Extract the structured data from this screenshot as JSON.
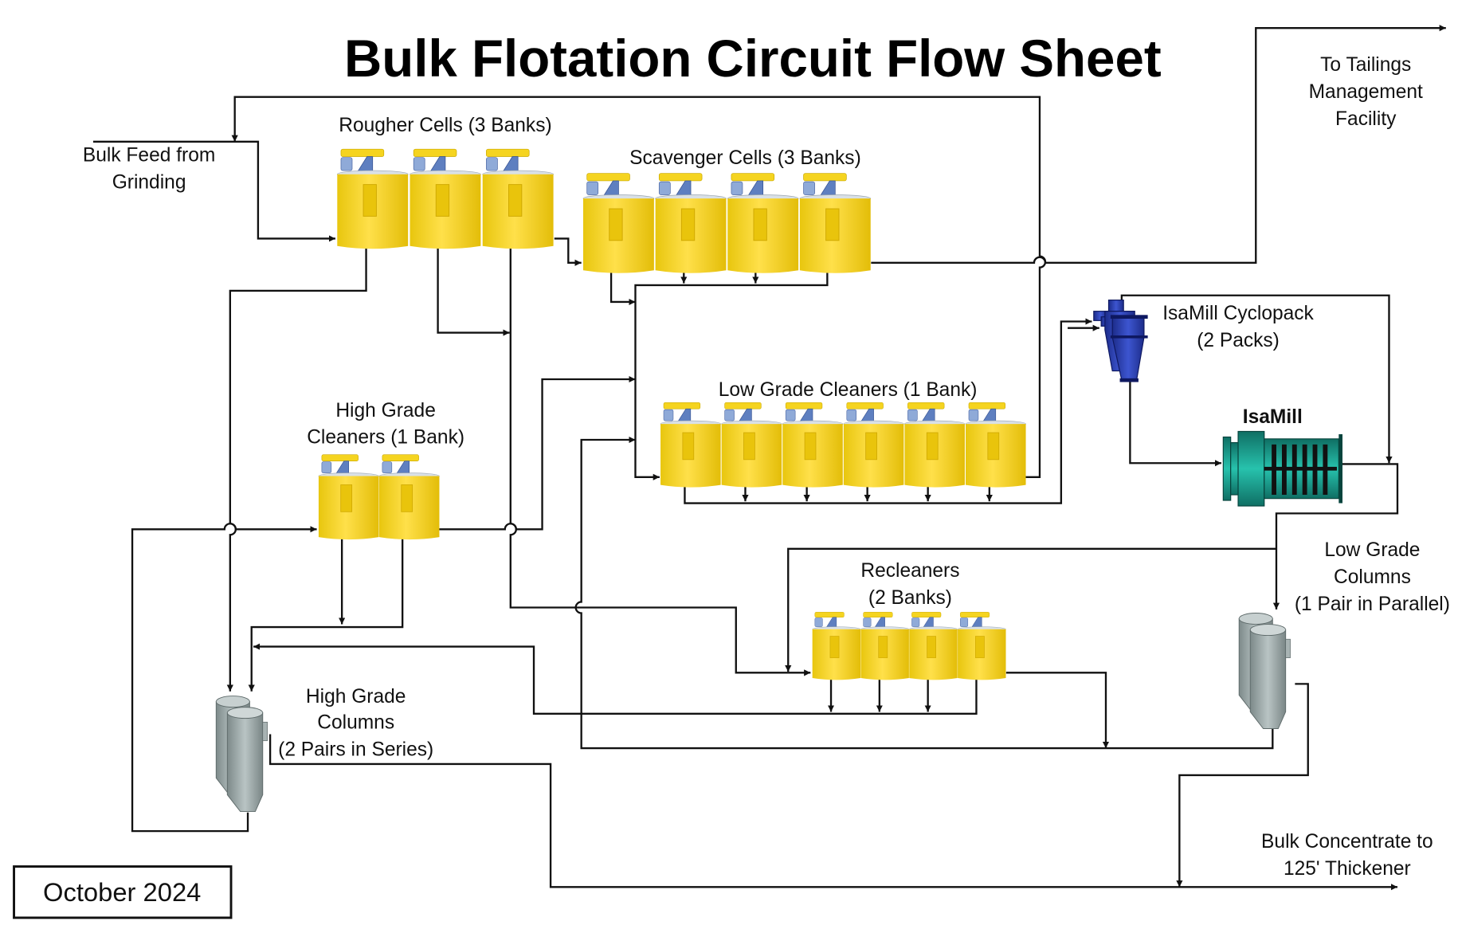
{
  "title": "Bulk Flotation Circuit Flow Sheet",
  "date_label": "October 2024",
  "labels": {
    "feed": [
      "Bulk Feed from",
      "Grinding"
    ],
    "rougher": "Rougher Cells (3 Banks)",
    "scavenger": "Scavenger Cells (3 Banks)",
    "tailings": [
      "To Tailings",
      "Management",
      "Facility"
    ],
    "cyclopack": [
      "IsaMill Cyclopack",
      "(2 Packs)"
    ],
    "isamill": "IsaMill",
    "hg_cleaners": [
      "High Grade",
      "Cleaners (1 Bank)"
    ],
    "lg_cleaners": "Low Grade Cleaners (1 Bank)",
    "recleaners": [
      "Recleaners",
      "(2 Banks)"
    ],
    "lg_columns": [
      "Low Grade",
      "Columns",
      "(1 Pair in Parallel)"
    ],
    "hg_columns": [
      "High Grade",
      "Columns",
      "(2 Pairs in Series)"
    ],
    "concentrate": [
      "Bulk Concentrate to",
      "125' Thickener"
    ]
  },
  "equipment": {
    "rougher_cells": 3,
    "scavenger_cells": 4,
    "hg_cleaner_cells": 2,
    "lg_cleaner_cells": 6,
    "recleaner_cells": 4
  },
  "colors": {
    "cell_yellow": "#f2d21b",
    "cell_mech_blue": "#6f8fc8",
    "cyclone_blue": "#2a3fb0",
    "isamill_teal": "#1a9a8a",
    "column_gray": "#9aa6a6"
  }
}
